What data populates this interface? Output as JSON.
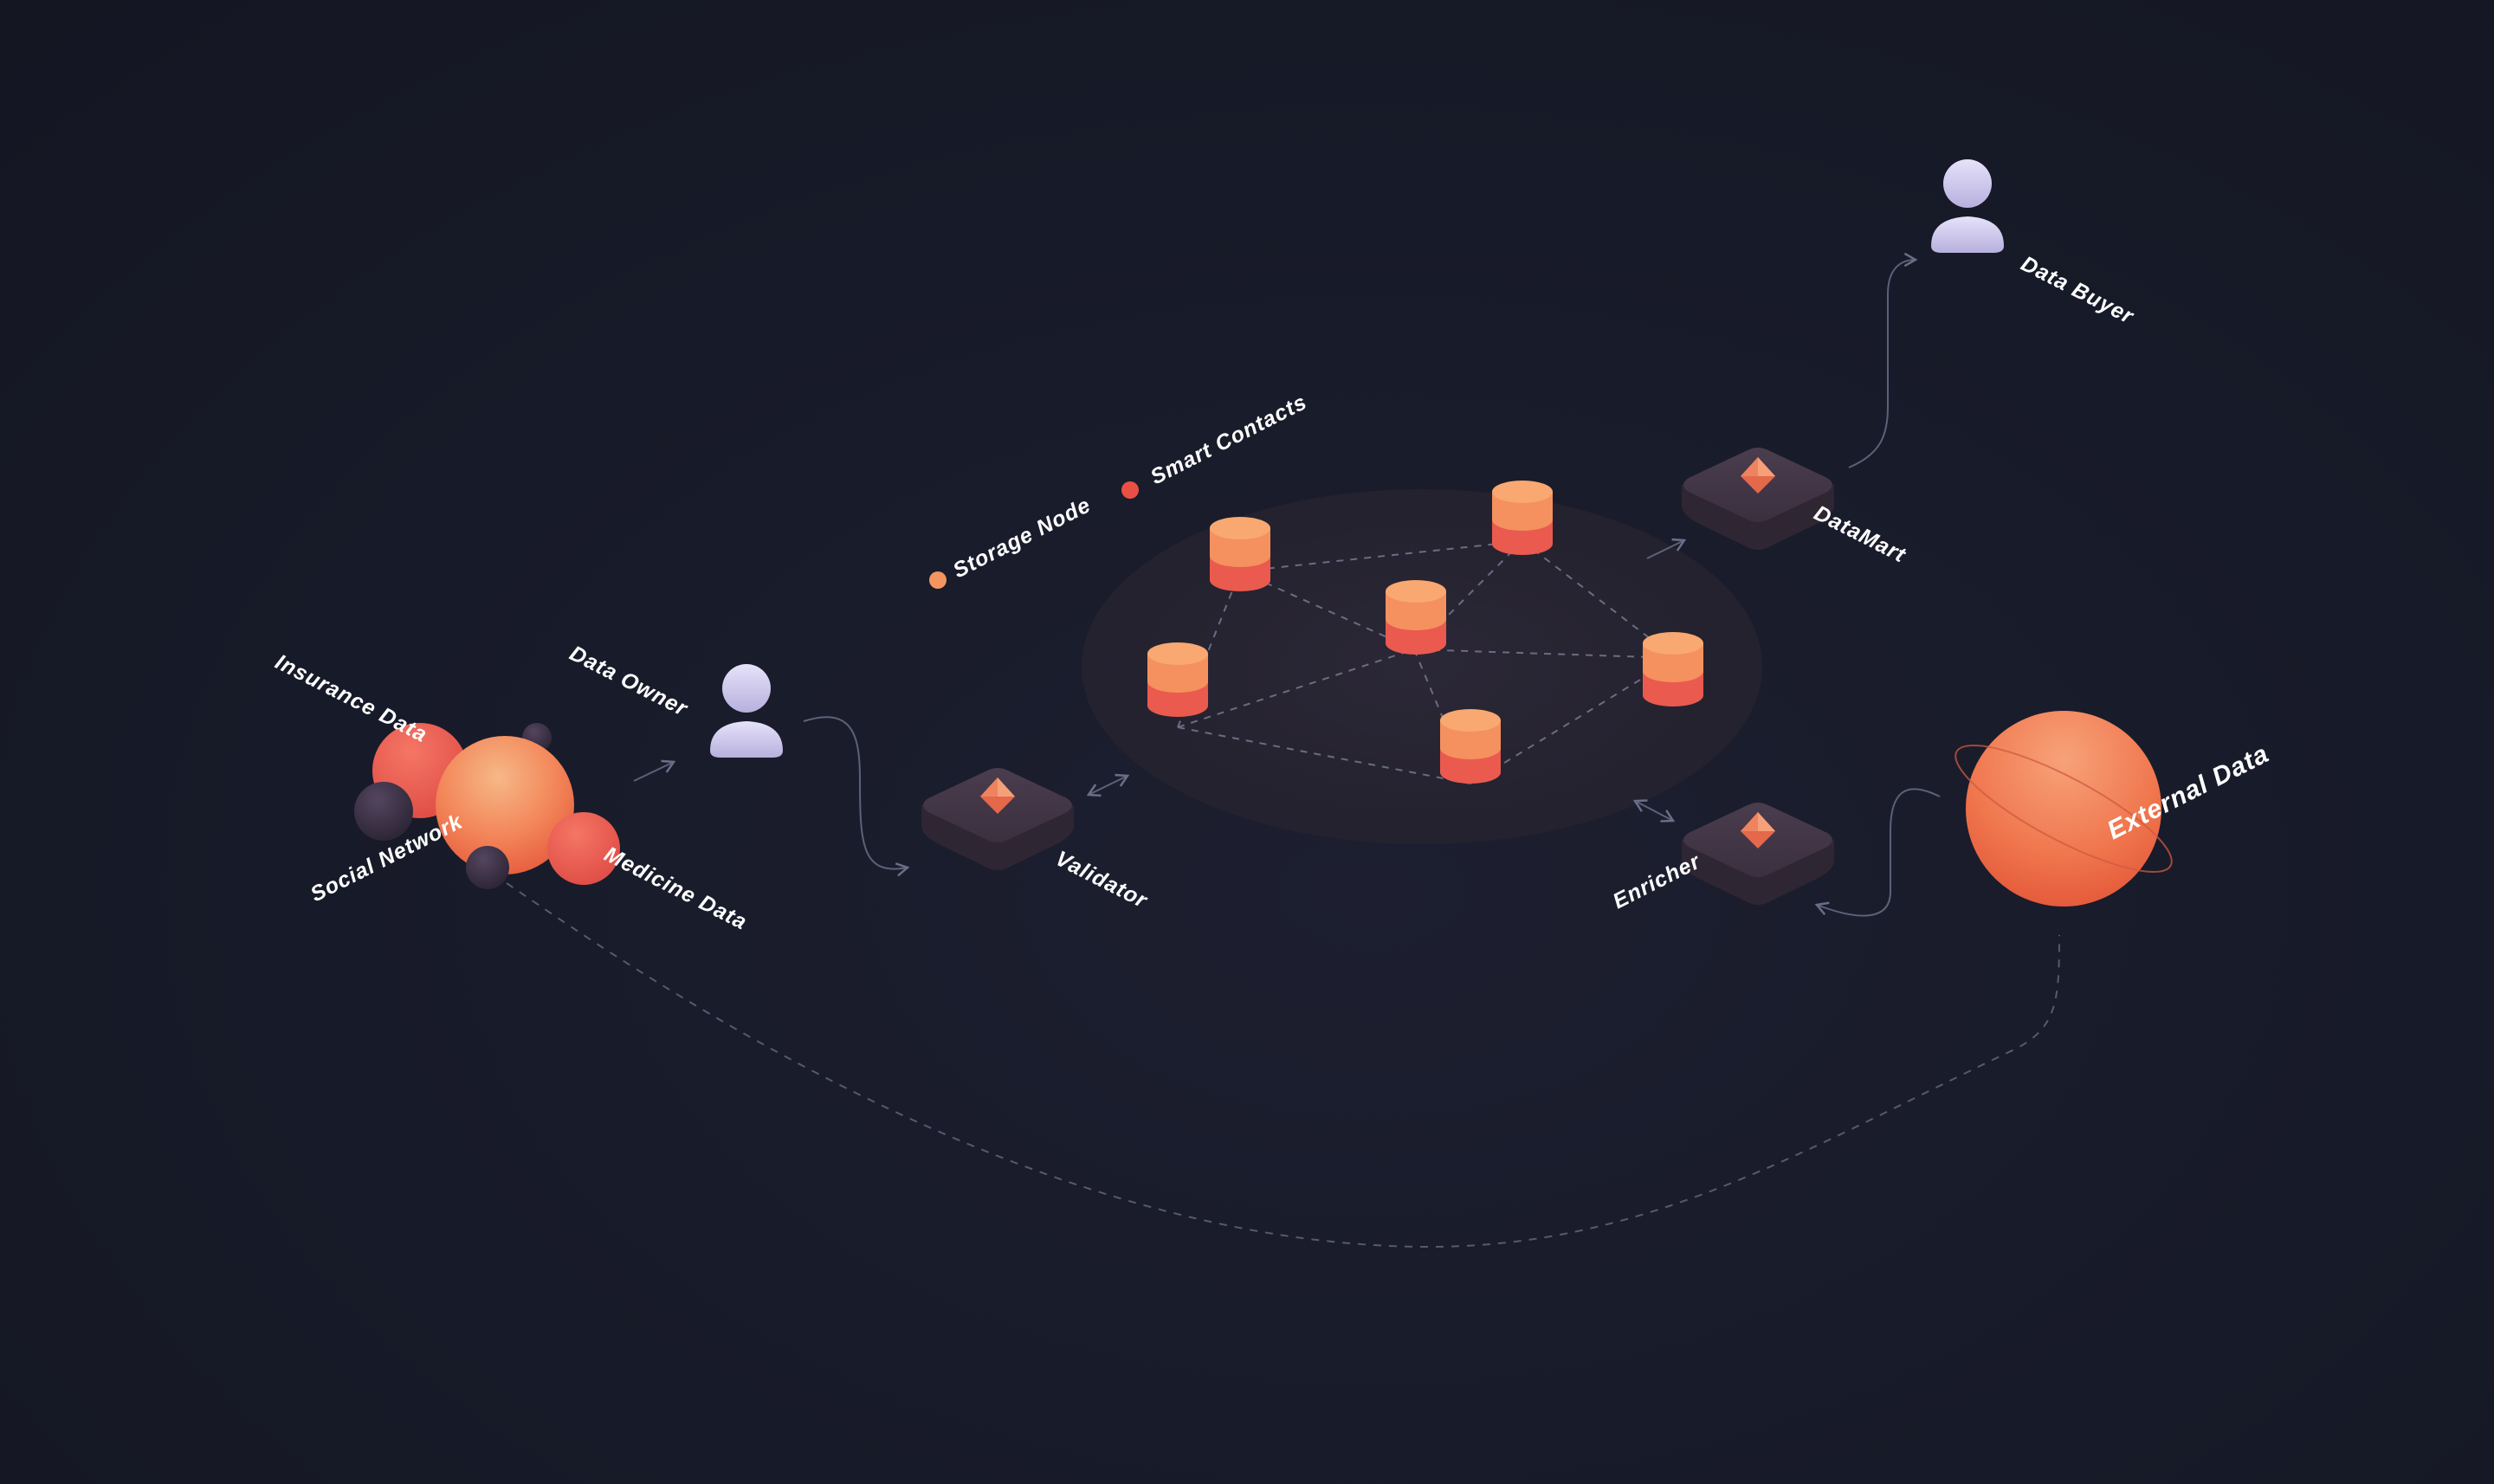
{
  "diagram": {
    "legend": {
      "storage_node": "Storage Node",
      "smart_contacts": "Smart Contacts"
    },
    "nodes": {
      "data_owner": "Data Owner",
      "data_buyer": "Data Buyer",
      "validator": "Validator",
      "datamart": "DataMart",
      "enricher": "Enricher",
      "external_data": "External Data",
      "insurance_data": "Insurance Data",
      "social_network": "Social Network",
      "medicine_data": "Medicine Data"
    },
    "colors": {
      "background": "#161826",
      "cylinder_top": "#f8a068",
      "cylinder_body": "#ea5a4e",
      "platform": "#3a2f3f",
      "user": "#d2cdee",
      "connector": "#5a5e75"
    }
  }
}
